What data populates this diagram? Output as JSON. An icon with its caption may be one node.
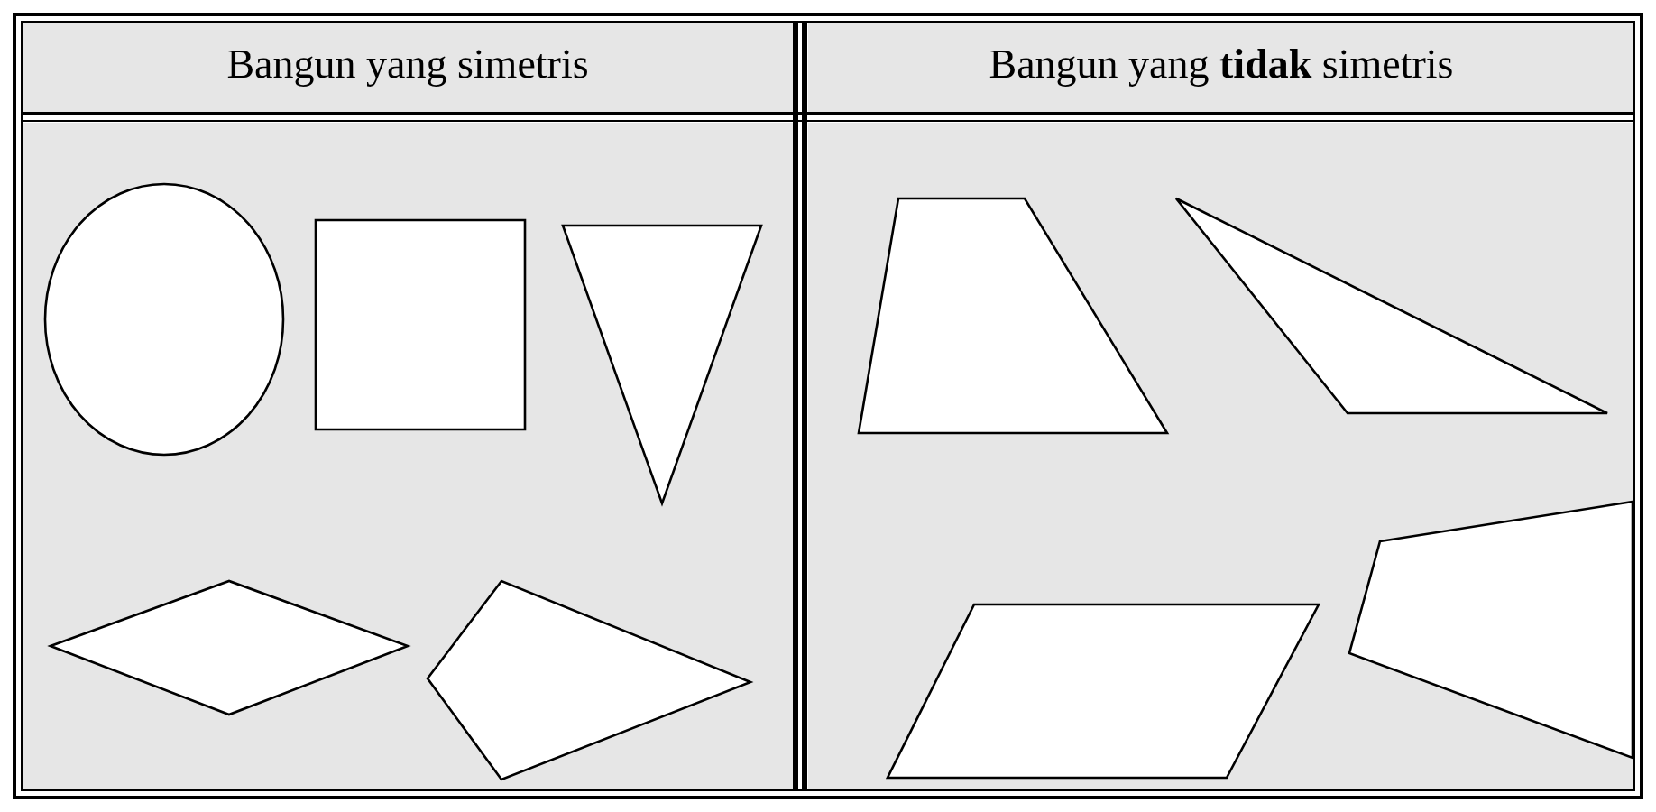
{
  "diagram": {
    "nodes": [
      {
        "text": [],
        "shape": "ellipse"
      },
      {
        "text": [],
        "shape": "square"
      },
      {
        "text": [],
        "shape": "triangle"
      },
      {
        "text": [],
        "shape": "rhombus"
      },
      {
        "text": [],
        "shape": "kite"
      },
      {
        "text": [],
        "shape": "trapezoid"
      },
      {
        "text": [],
        "shape": "triangle"
      },
      {
        "text": [],
        "shape": "parallelogram"
      },
      {
        "text": [],
        "shape": "quadrilateral"
      }
    ],
    "labels": [
      "Bangun yang simetris",
      "Bangun yang **tidak** simetris"
    ]
  }
}
